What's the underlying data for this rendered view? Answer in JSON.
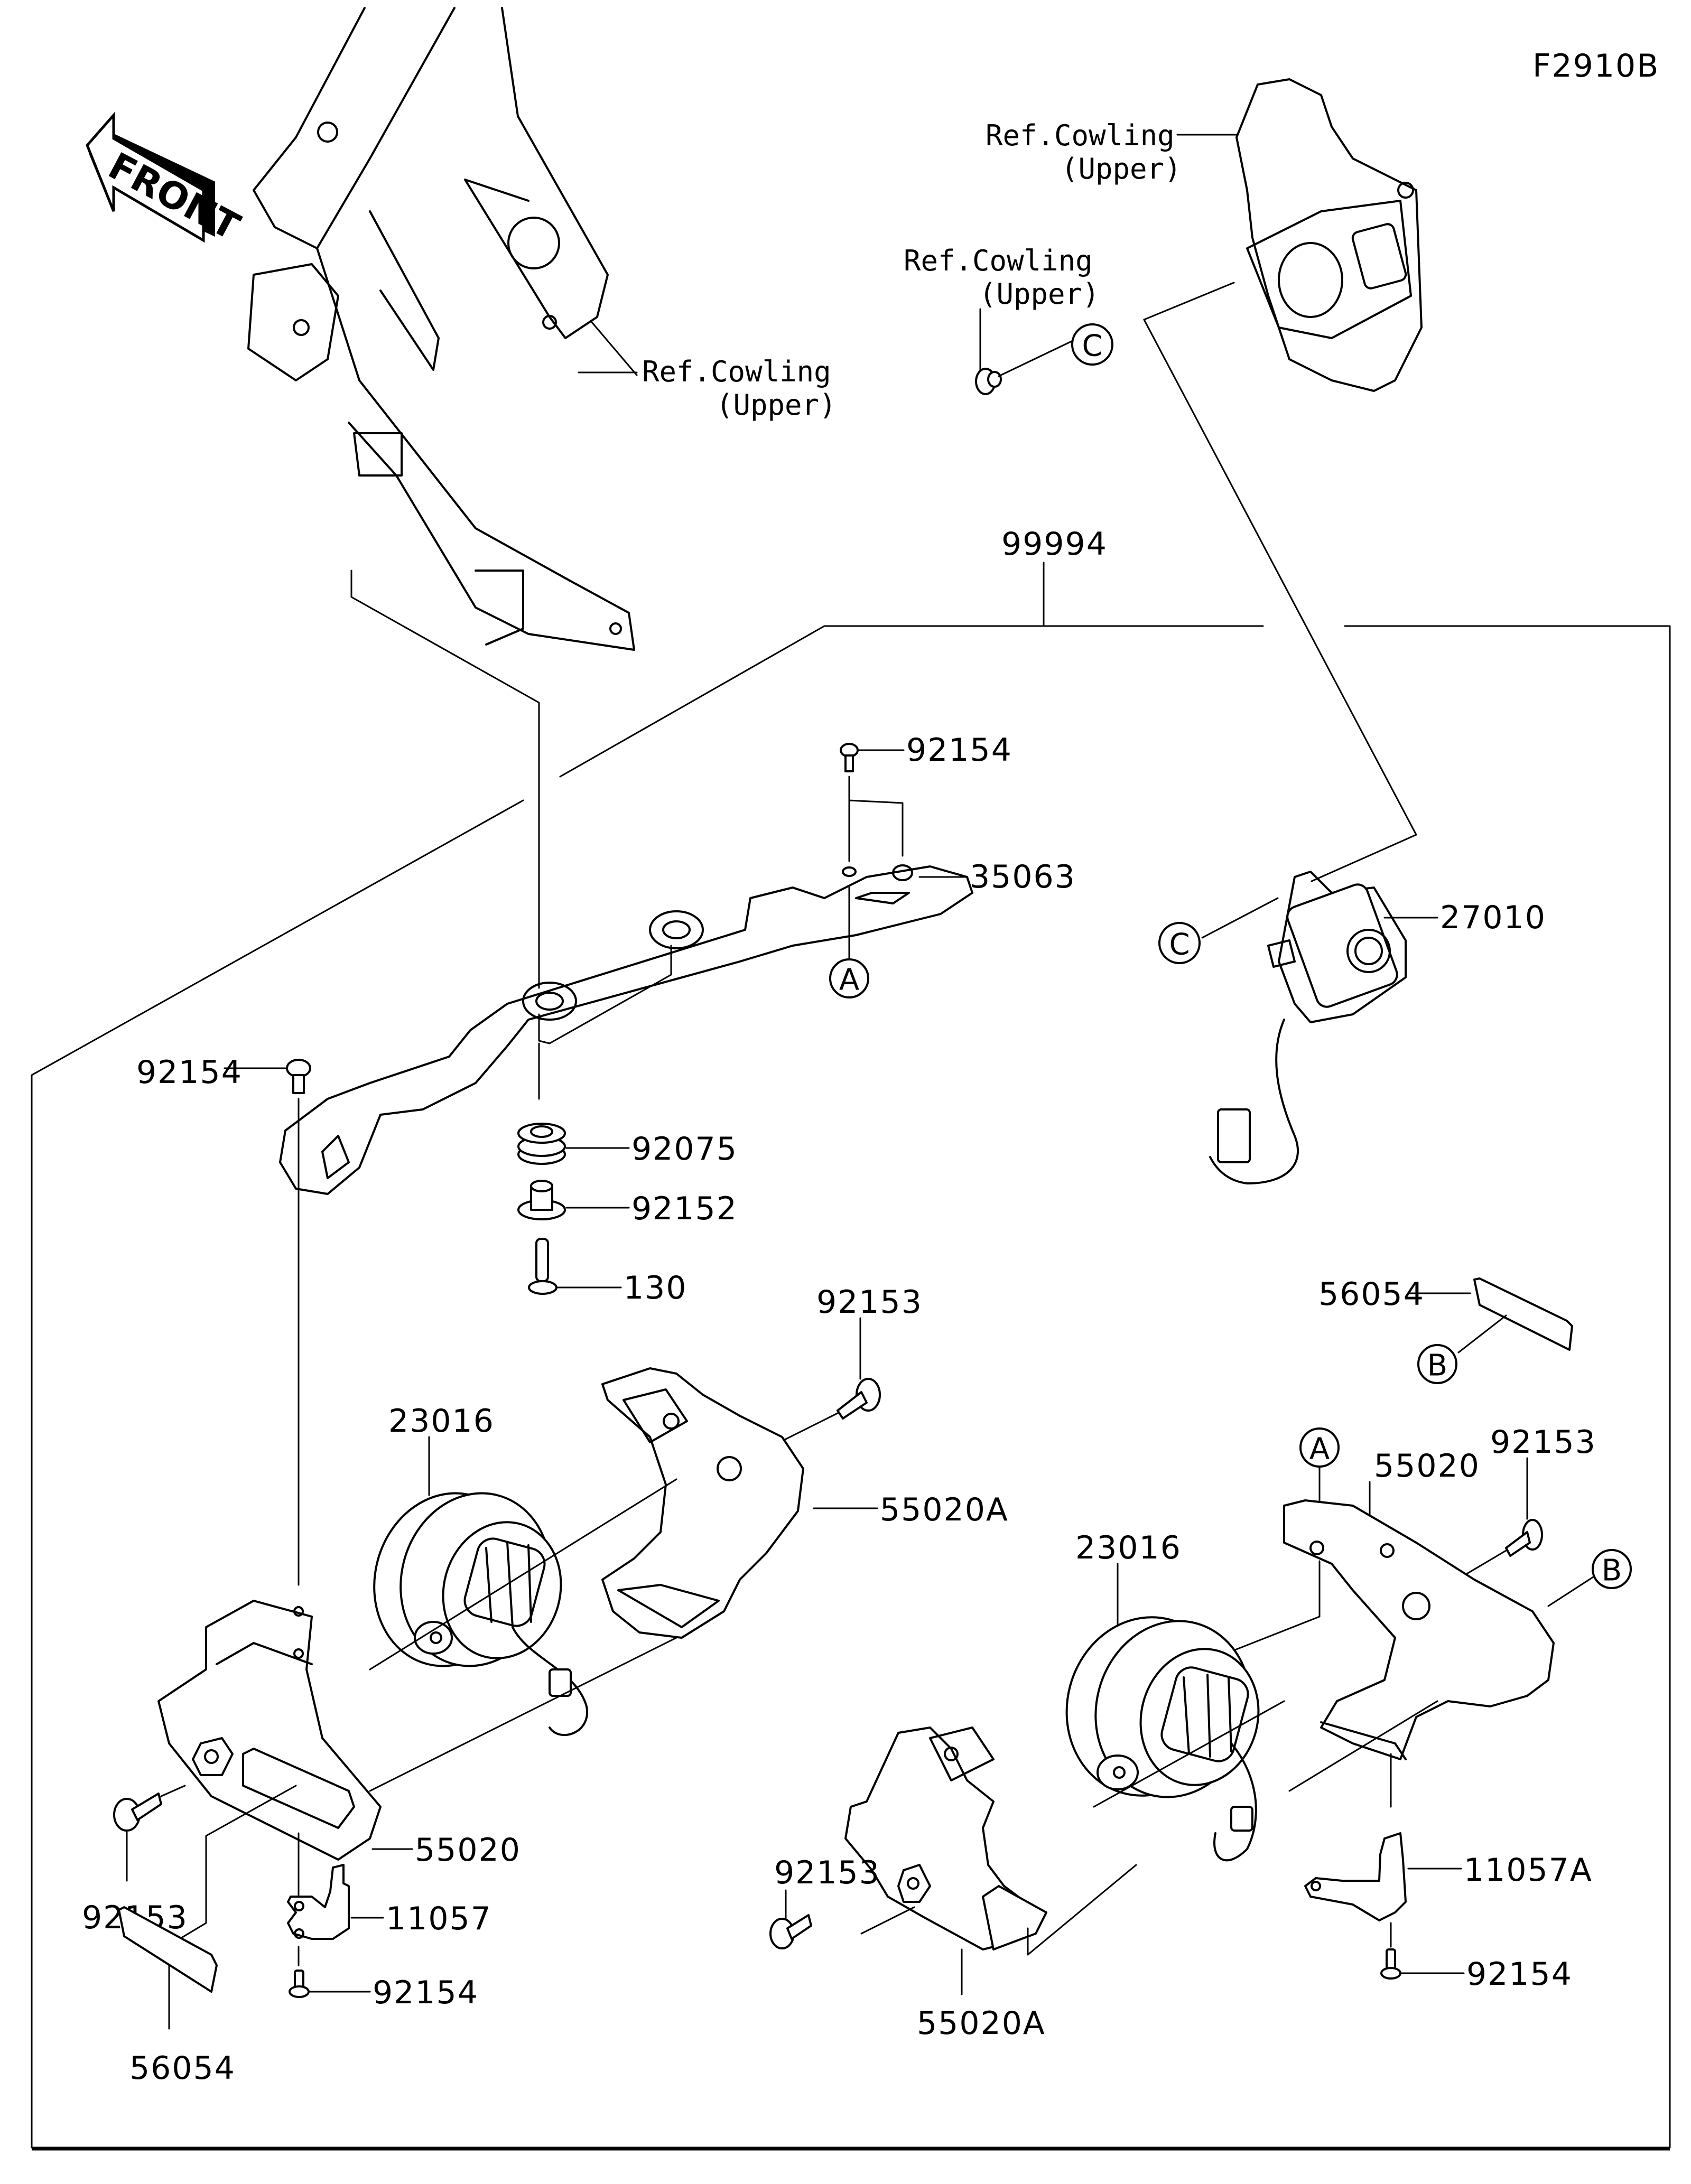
{
  "diagram_id": "F2910B",
  "front_arrow": {
    "text": "FRONT"
  },
  "refs": [
    {
      "id": "ref-cowling-upper-1",
      "line1": "Ref.Cowling",
      "line2": "(Upper)"
    },
    {
      "id": "ref-cowling-upper-2",
      "line1": "Ref.Cowling",
      "line2": "(Upper)"
    },
    {
      "id": "ref-cowling-upper-3",
      "line1": "Ref.Cowling",
      "line2": "(Upper)"
    }
  ],
  "part_numbers": {
    "kit": "99994",
    "bolt_92154_top": "92154",
    "bracket_35063": "35063",
    "bolt_92154_left": "92154",
    "grommet_92075": "92075",
    "collar_92152": "92152",
    "bolt_130": "130",
    "socket_27010": "27010",
    "bolt_92153_center": "92153",
    "lamp_23016_left": "23016",
    "cover_55020A_left": "55020A",
    "cover_55020_left": "55020",
    "bolt_92153_left": "92153",
    "bracket_11057": "11057",
    "bolt_92154_bottom_left": "92154",
    "reflector_56054_left": "56054",
    "reflector_56054_right": "56054",
    "lamp_23016_right": "23016",
    "cover_55020_right": "55020",
    "bolt_92153_right": "92153",
    "bolt_92153_right_lower": "92153",
    "cover_55020A_right": "55020A",
    "bracket_11057A": "11057A",
    "bolt_92154_bottom_right": "92154"
  },
  "connection_markers": {
    "A": "A",
    "B": "B",
    "C": "C"
  }
}
